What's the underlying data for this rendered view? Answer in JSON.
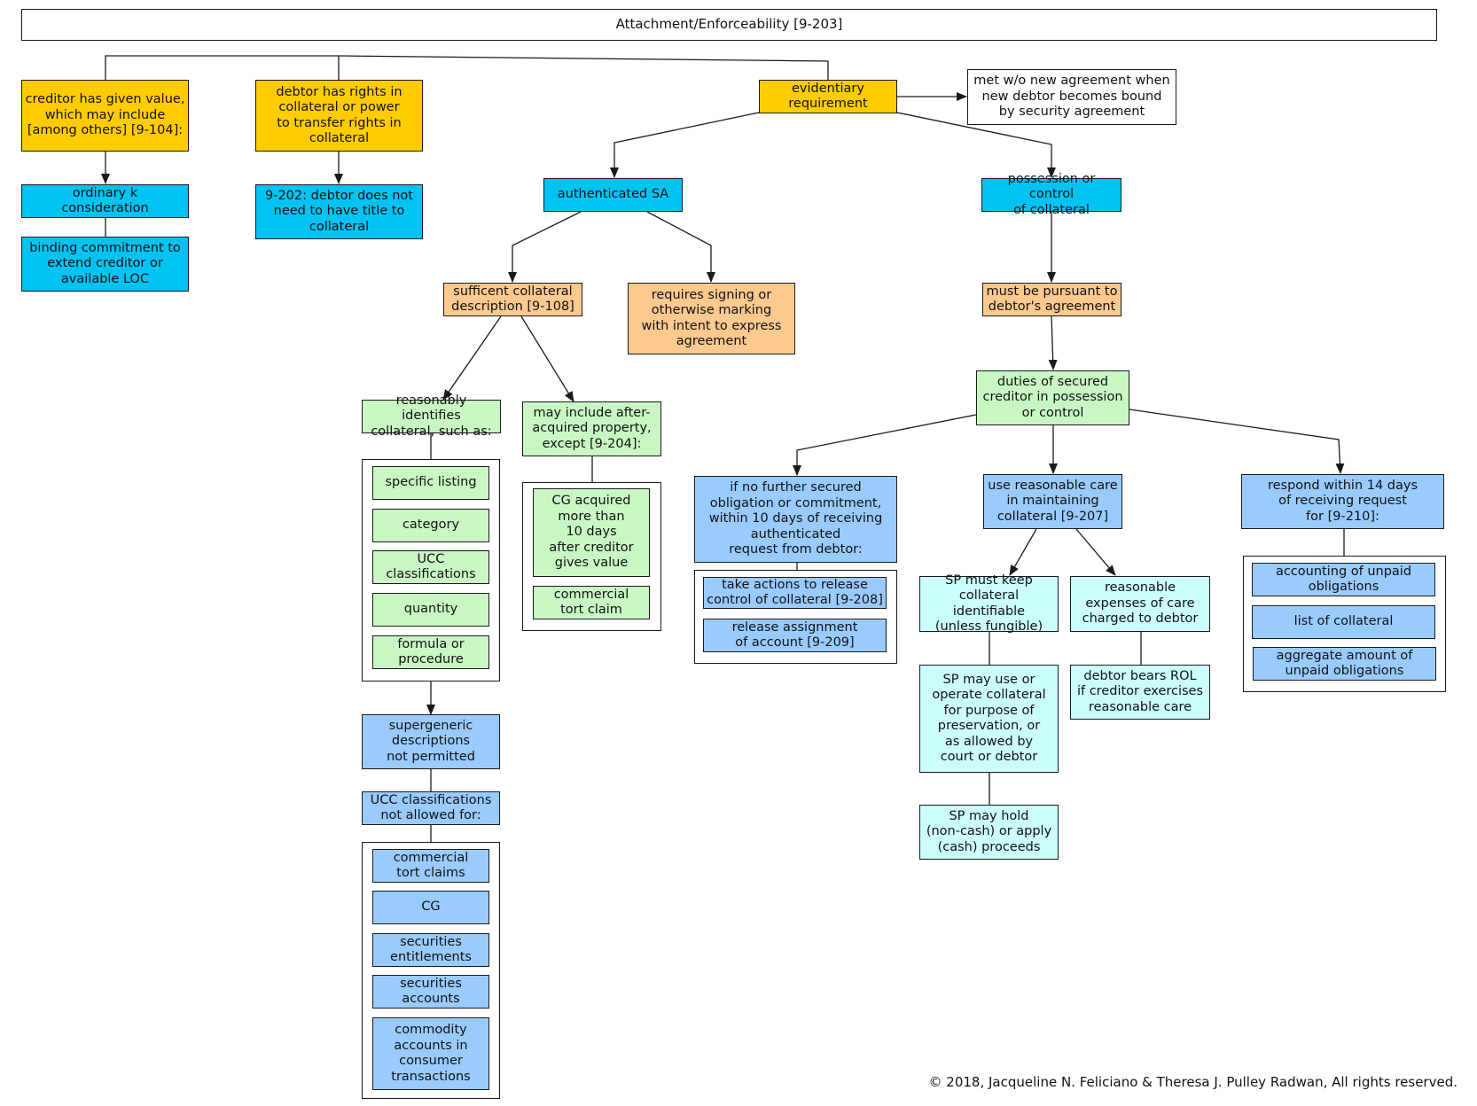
{
  "title": "Attachment/Enforceability [9-203]",
  "copyright": "© 2018, Jacqueline N. Feliciano & Theresa J. Pulley Radwan, All rights reserved.",
  "colors": {
    "gold": "#ffcc00",
    "sky": "#00c3f2",
    "peach": "#fcc98f",
    "mint": "#c9f7c4",
    "blue": "#99cbff",
    "aqua": "#ccfdfd",
    "line": "#1a1a1a"
  },
  "nodes": {
    "value": "creditor has given value,\nwhich may include\n[among others] [9-104]:",
    "ordinary_k": "ordinary k\nconsideration",
    "binding": "binding commitment to\nextend creditor or\navailable LOC",
    "rights": "debtor has rights in\ncollateral or power\nto transfer rights in\ncollateral",
    "title_9202": "9-202: debtor does not\nneed to have title to\ncollateral",
    "evidentiary": "evidentiary\nrequirement",
    "met": "met w/o new agreement when\nnew debtor becomes bound\nby security agreement",
    "auth_sa": "authenticated SA",
    "possession": "possession or control\nof collateral",
    "sufficient": "sufficent collateral\ndescription [9-108]",
    "signing": "requires signing or\notherwise marking\nwith intent to express\nagreement",
    "pursuant": "must be pursuant to\ndebtor's agreement",
    "reasonably": "reasonably identifies\ncollateral, such as:",
    "specific": "specific listing",
    "category": "category",
    "ucc_class": "UCC\nclassifications",
    "quantity": "quantity",
    "formula": "formula or\nprocedure",
    "after_acq": "may include after-\nacquired property,\nexcept [9-204]:",
    "cg_acquired": "CG acquired\nmore than\n10 days\nafter creditor\ngives value",
    "comm_tort": "commercial\ntort claim",
    "supergeneric": "supergeneric\ndescriptions\nnot permitted",
    "ucc_not": "UCC classifications\nnot allowed for:",
    "ct_claims": "commercial\ntort claims",
    "cg": "CG",
    "sec_ent": "securities\nentitlements",
    "sec_acc": "securities\naccounts",
    "commodity": "commodity\naccounts in\nconsumer\ntransactions",
    "duties": "duties of secured\ncreditor in possession\nor control",
    "no_further": "if no further secured\nobligation or commitment,\nwithin 10 days of receiving\nauthenticated\nrequest from debtor:",
    "release_ctrl": "take actions to release\ncontrol of collateral [9-208]",
    "release_assign": "release assignment\nof account [9-209]",
    "reasonable_care": "use reasonable care\nin maintaining\ncollateral [9-207]",
    "respond": "respond within 14 days\nof receiving request\nfor [9-210]:",
    "accounting": "accounting of unpaid\nobligations",
    "list_coll": "list of collateral",
    "aggregate": "aggregate amount of\nunpaid obligations",
    "sp_keep": "SP must keep\ncollateral identifiable\n(unless fungible)",
    "expenses": "reasonable\nexpenses of care\ncharged to debtor",
    "sp_use": "SP may use or\noperate collateral\nfor purpose of\npreservation, or\nas allowed by\ncourt or debtor",
    "rol": "debtor bears ROL\nif creditor exercises\nreasonable care",
    "sp_hold": "SP may hold\n(non-cash) or apply\n(cash) proceeds"
  }
}
